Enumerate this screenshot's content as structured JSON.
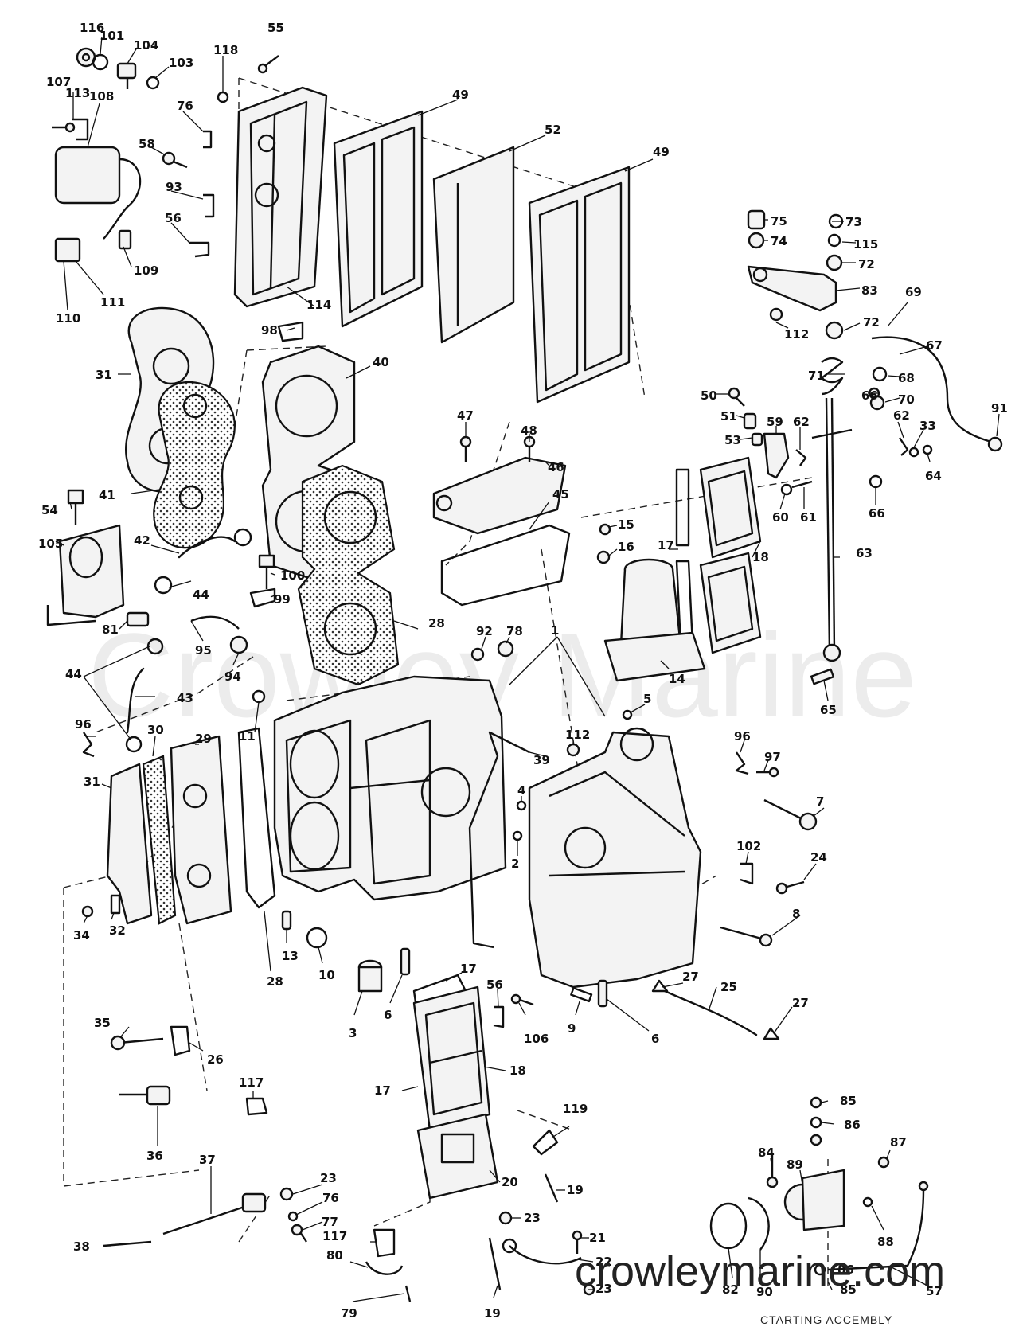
{
  "watermark": "Crowley Marine",
  "site_url": "crowleymarine.com",
  "footer_fragment": "CTARTING ACCEMBLY",
  "callouts": [
    {
      "id": "c116",
      "label": "116"
    },
    {
      "id": "c101",
      "label": "101"
    },
    {
      "id": "c104",
      "label": "104"
    },
    {
      "id": "c103",
      "label": "103"
    },
    {
      "id": "c118",
      "label": "118"
    },
    {
      "id": "c55",
      "label": "55"
    },
    {
      "id": "c107",
      "label": "107"
    },
    {
      "id": "c113",
      "label": "113"
    },
    {
      "id": "c108",
      "label": "108"
    },
    {
      "id": "c76a",
      "label": "76"
    },
    {
      "id": "c49a",
      "label": "49"
    },
    {
      "id": "c52",
      "label": "52"
    },
    {
      "id": "c49b",
      "label": "49"
    },
    {
      "id": "c58",
      "label": "58"
    },
    {
      "id": "c93",
      "label": "93"
    },
    {
      "id": "c56a",
      "label": "56"
    },
    {
      "id": "c109",
      "label": "109"
    },
    {
      "id": "c110",
      "label": "110"
    },
    {
      "id": "c111",
      "label": "111"
    },
    {
      "id": "c114",
      "label": "114"
    },
    {
      "id": "c98",
      "label": "98"
    },
    {
      "id": "c75",
      "label": "75"
    },
    {
      "id": "c73",
      "label": "73"
    },
    {
      "id": "c74",
      "label": "74"
    },
    {
      "id": "c115",
      "label": "115"
    },
    {
      "id": "c72a",
      "label": "72"
    },
    {
      "id": "c83",
      "label": "83"
    },
    {
      "id": "c69",
      "label": "69"
    },
    {
      "id": "c112a",
      "label": "112"
    },
    {
      "id": "c72b",
      "label": "72"
    },
    {
      "id": "c67",
      "label": "67"
    },
    {
      "id": "c71",
      "label": "71"
    },
    {
      "id": "c68",
      "label": "68"
    },
    {
      "id": "c66a",
      "label": "66"
    },
    {
      "id": "c70",
      "label": "70"
    },
    {
      "id": "c31a",
      "label": "31"
    },
    {
      "id": "c40",
      "label": "40"
    },
    {
      "id": "c47",
      "label": "47"
    },
    {
      "id": "c48",
      "label": "48"
    },
    {
      "id": "c46",
      "label": "46"
    },
    {
      "id": "c50",
      "label": "50"
    },
    {
      "id": "c51",
      "label": "51"
    },
    {
      "id": "c53",
      "label": "53"
    },
    {
      "id": "c59",
      "label": "59"
    },
    {
      "id": "c62a",
      "label": "62"
    },
    {
      "id": "c62b",
      "label": "62"
    },
    {
      "id": "c33",
      "label": "33"
    },
    {
      "id": "c91",
      "label": "91"
    },
    {
      "id": "c64",
      "label": "64"
    },
    {
      "id": "c60",
      "label": "60"
    },
    {
      "id": "c61",
      "label": "61"
    },
    {
      "id": "c66b",
      "label": "66"
    },
    {
      "id": "c41",
      "label": "41"
    },
    {
      "id": "c54",
      "label": "54"
    },
    {
      "id": "c105",
      "label": "105"
    },
    {
      "id": "c42",
      "label": "42"
    },
    {
      "id": "c45",
      "label": "45"
    },
    {
      "id": "c15",
      "label": "15"
    },
    {
      "id": "c16",
      "label": "16"
    },
    {
      "id": "c17a",
      "label": "17"
    },
    {
      "id": "c18a",
      "label": "18"
    },
    {
      "id": "c63",
      "label": "63"
    },
    {
      "id": "c100",
      "label": "100"
    },
    {
      "id": "c44a",
      "label": "44"
    },
    {
      "id": "c99",
      "label": "99"
    },
    {
      "id": "c81",
      "label": "81"
    },
    {
      "id": "c28a",
      "label": "28"
    },
    {
      "id": "c95",
      "label": "95"
    },
    {
      "id": "c92",
      "label": "92"
    },
    {
      "id": "c78",
      "label": "78"
    },
    {
      "id": "c14",
      "label": "14"
    },
    {
      "id": "c65",
      "label": "65"
    },
    {
      "id": "c44b",
      "label": "44"
    },
    {
      "id": "c43",
      "label": "43"
    },
    {
      "id": "c94",
      "label": "94"
    },
    {
      "id": "c11",
      "label": "11"
    },
    {
      "id": "c1",
      "label": "1"
    },
    {
      "id": "c5",
      "label": "5"
    },
    {
      "id": "c96a",
      "label": "96"
    },
    {
      "id": "c29",
      "label": "29"
    },
    {
      "id": "c30",
      "label": "30"
    },
    {
      "id": "c112b",
      "label": "112"
    },
    {
      "id": "c39",
      "label": "39"
    },
    {
      "id": "c96b",
      "label": "96"
    },
    {
      "id": "c97",
      "label": "97"
    },
    {
      "id": "c31b",
      "label": "31"
    },
    {
      "id": "c4",
      "label": "4"
    },
    {
      "id": "c7",
      "label": "7"
    },
    {
      "id": "c102",
      "label": "102"
    },
    {
      "id": "c24",
      "label": "24"
    },
    {
      "id": "c2",
      "label": "2"
    },
    {
      "id": "c34",
      "label": "34"
    },
    {
      "id": "c32",
      "label": "32"
    },
    {
      "id": "c8",
      "label": "8"
    },
    {
      "id": "c13",
      "label": "13"
    },
    {
      "id": "c10",
      "label": "10"
    },
    {
      "id": "c28b",
      "label": "28"
    },
    {
      "id": "c3",
      "label": "3"
    },
    {
      "id": "c6a",
      "label": "6"
    },
    {
      "id": "c17b",
      "label": "17"
    },
    {
      "id": "c56b",
      "label": "56"
    },
    {
      "id": "c106",
      "label": "106"
    },
    {
      "id": "c9",
      "label": "9"
    },
    {
      "id": "c6b",
      "label": "6"
    },
    {
      "id": "c27a",
      "label": "27"
    },
    {
      "id": "c25",
      "label": "25"
    },
    {
      "id": "c27b",
      "label": "27"
    },
    {
      "id": "c35",
      "label": "35"
    },
    {
      "id": "c26",
      "label": "26"
    },
    {
      "id": "c18b",
      "label": "18"
    },
    {
      "id": "c117a",
      "label": "117"
    },
    {
      "id": "c17c",
      "label": "17"
    },
    {
      "id": "c36",
      "label": "36"
    },
    {
      "id": "c119",
      "label": "119"
    },
    {
      "id": "c85a",
      "label": "85"
    },
    {
      "id": "c86a",
      "label": "86"
    },
    {
      "id": "c37",
      "label": "37"
    },
    {
      "id": "c23a",
      "label": "23"
    },
    {
      "id": "c76b",
      "label": "76"
    },
    {
      "id": "c20",
      "label": "20"
    },
    {
      "id": "c19a",
      "label": "19"
    },
    {
      "id": "c84",
      "label": "84"
    },
    {
      "id": "c89",
      "label": "89"
    },
    {
      "id": "c87",
      "label": "87"
    },
    {
      "id": "c77",
      "label": "77"
    },
    {
      "id": "c88",
      "label": "88"
    },
    {
      "id": "c38",
      "label": "38"
    },
    {
      "id": "c117b",
      "label": "117"
    },
    {
      "id": "c23b",
      "label": "23"
    },
    {
      "id": "c80",
      "label": "80"
    },
    {
      "id": "c21",
      "label": "21"
    },
    {
      "id": "c22",
      "label": "22"
    },
    {
      "id": "c86b",
      "label": "86"
    },
    {
      "id": "c57",
      "label": "57"
    },
    {
      "id": "c82",
      "label": "82"
    },
    {
      "id": "c90",
      "label": "90"
    },
    {
      "id": "c79",
      "label": "79"
    },
    {
      "id": "c19b",
      "label": "19"
    },
    {
      "id": "c23c",
      "label": "23"
    },
    {
      "id": "c85b",
      "label": "85"
    }
  ]
}
